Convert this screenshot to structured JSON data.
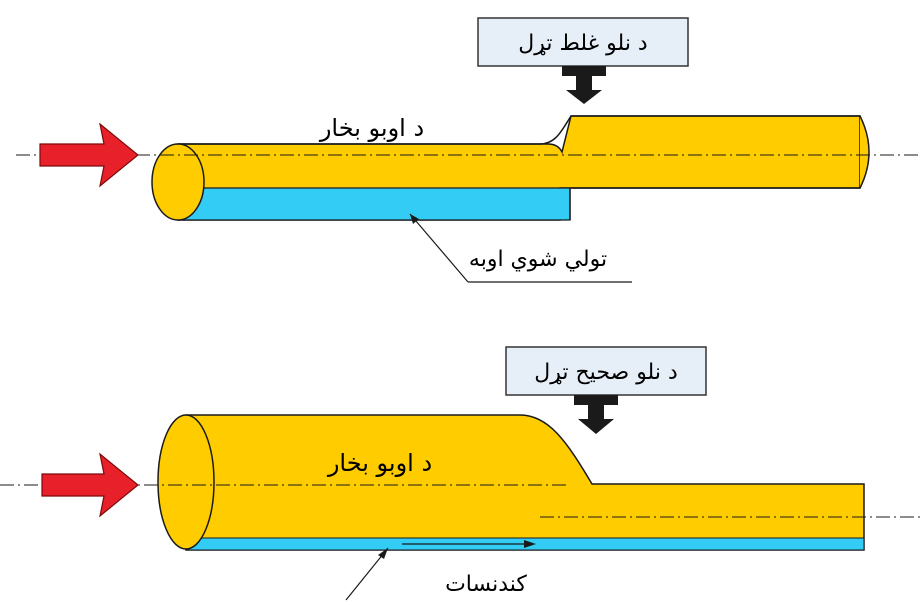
{
  "top_diagram": {
    "box_label": "د نلو غلط تړل",
    "pipe_label": "د اوبو بخار",
    "water_label": "تولي شوي اوبه"
  },
  "bottom_diagram": {
    "box_label": "د نلو صحيح تړل",
    "pipe_label": "د اوبو بخار",
    "condensate_label": "کندنسات"
  },
  "colors": {
    "pipe": "#FFCC00",
    "water": "#33CCF5",
    "arrow": "#E8202A",
    "box": "#E6EEF8"
  },
  "icons": [
    "flow-arrow-icon",
    "pipe-clamp-icon"
  ]
}
